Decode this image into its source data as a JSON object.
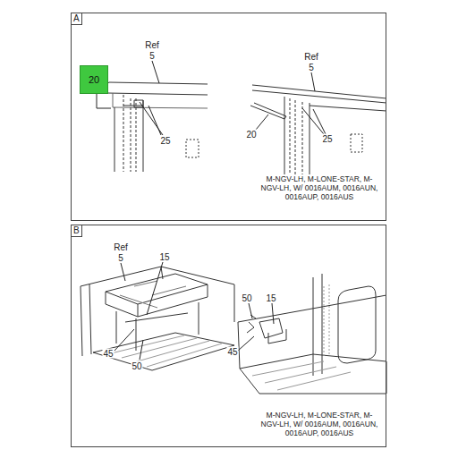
{
  "diagram": {
    "nodes": [
      {
        "text": [
          "A"
        ]
      },
      {
        "text": [
          "20"
        ],
        "in": 0
      },
      {
        "text": [
          "B"
        ]
      }
    ],
    "labels": [
      "Ref",
      "5",
      "25",
      "Ref",
      "5",
      "20",
      "25",
      "M-NGV-LH, M-LONE-STAR, M-NGV-LH, W/ 0016AUM, 0016AUN, 0016AUP, 0016AUS",
      "Ref",
      "5",
      "15",
      "45",
      "50",
      "50",
      "15",
      "45",
      "M-NGV-LH, M-LONE-STAR, M-NGV-LH, W/ 0016AUM, 0016AUN, 0016AUP, 0016AUS"
    ]
  }
}
